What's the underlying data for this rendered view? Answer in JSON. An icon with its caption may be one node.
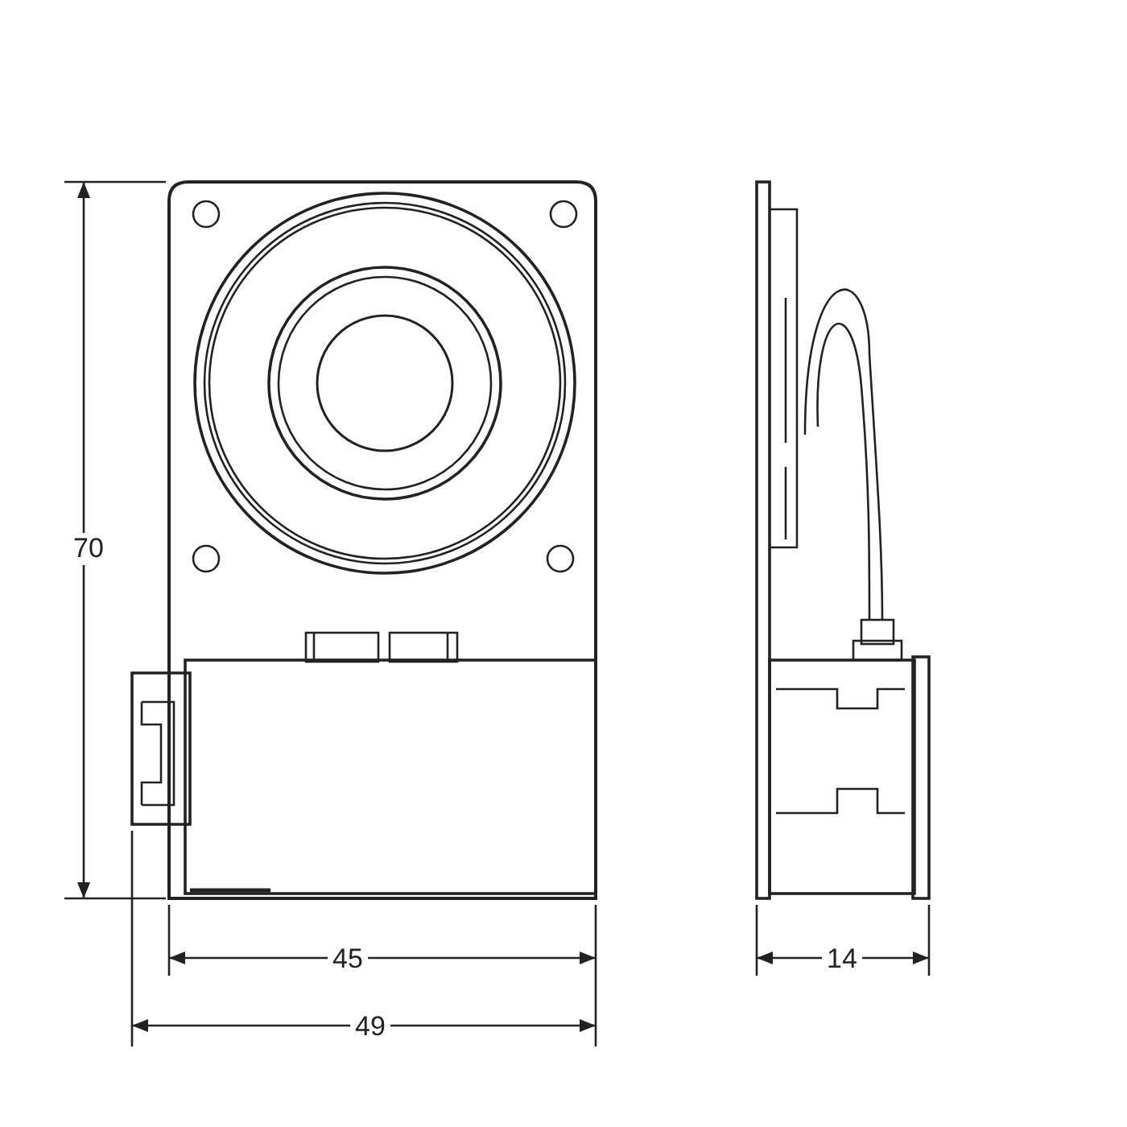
{
  "diagram": {
    "labels": [
      "70",
      "45",
      "49",
      "14"
    ]
  }
}
